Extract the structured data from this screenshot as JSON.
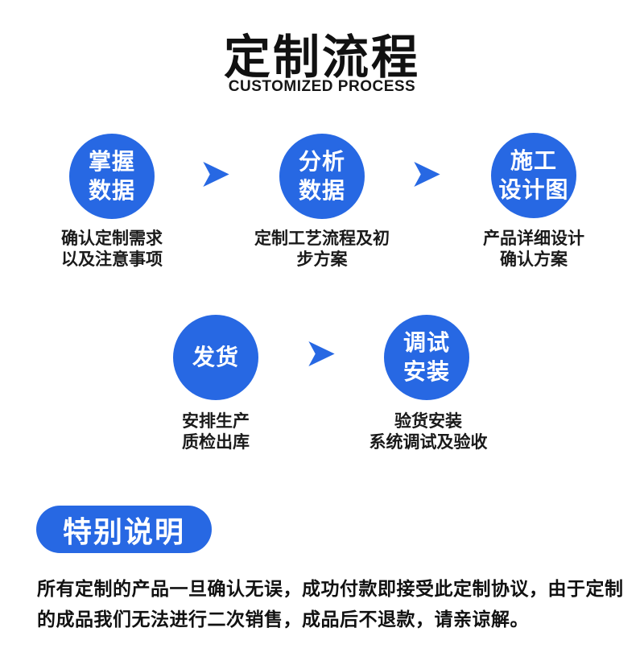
{
  "accent_color": "#2768E3",
  "header": {
    "title": "定制流程",
    "subtitle": "CUSTOMIZED PROCESS"
  },
  "flow": {
    "rows": [
      {
        "steps": [
          {
            "label_lines": [
              "掌握",
              "数据"
            ],
            "caption_lines": [
              "确认定制需求",
              "以及注意事项"
            ]
          },
          {
            "label_lines": [
              "分析",
              "数据"
            ],
            "caption_lines": [
              "定制工艺流程及初",
              "步方案"
            ]
          },
          {
            "label_lines": [
              "施工",
              "设计图"
            ],
            "caption_lines": [
              "产品详细设计",
              "确认方案"
            ]
          }
        ]
      },
      {
        "steps": [
          {
            "label_lines": [
              "发货"
            ],
            "caption_lines": [
              "安排生产",
              "质检出库"
            ]
          },
          {
            "label_lines": [
              "调试",
              "安装"
            ],
            "caption_lines": [
              "验货安装",
              "系统调试及验收"
            ]
          }
        ]
      }
    ]
  },
  "notice": {
    "badge_label": "特别说明",
    "lines": [
      "所有定制的产品一旦确认无误，成功付款即接受此定制协议，由于定制",
      "的成品我们无法进行二次销售，成品后不退款，请亲谅解。"
    ]
  }
}
